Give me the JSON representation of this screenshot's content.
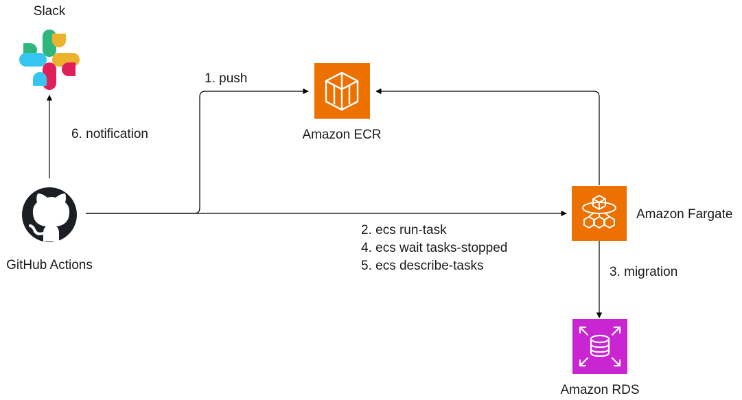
{
  "nodes": {
    "slack": {
      "label": "Slack",
      "icon": "slack-logo-icon"
    },
    "github": {
      "label": "GitHub Actions",
      "icon": "github-logo-icon"
    },
    "ecr": {
      "label": "Amazon ECR",
      "icon": "ecr-icon",
      "color": "#ED7100"
    },
    "fargate": {
      "label": "Amazon Fargate",
      "icon": "fargate-icon",
      "color": "#ED7100"
    },
    "rds": {
      "label": "Amazon RDS",
      "icon": "rds-icon",
      "color": "#C925D1"
    }
  },
  "edges": {
    "push": "1. push",
    "run_task": "2. ecs run-task",
    "migration": "3. migration",
    "wait_tasks": "4. ecs wait tasks-stopped",
    "describe_tasks": "5. ecs describe-tasks",
    "notification": "6. notification"
  },
  "colors": {
    "slack_blue": "#36C5F0",
    "slack_green": "#2EB67D",
    "slack_red": "#E01E5A",
    "slack_yellow": "#ECB22E",
    "github": "#1B1F23"
  }
}
